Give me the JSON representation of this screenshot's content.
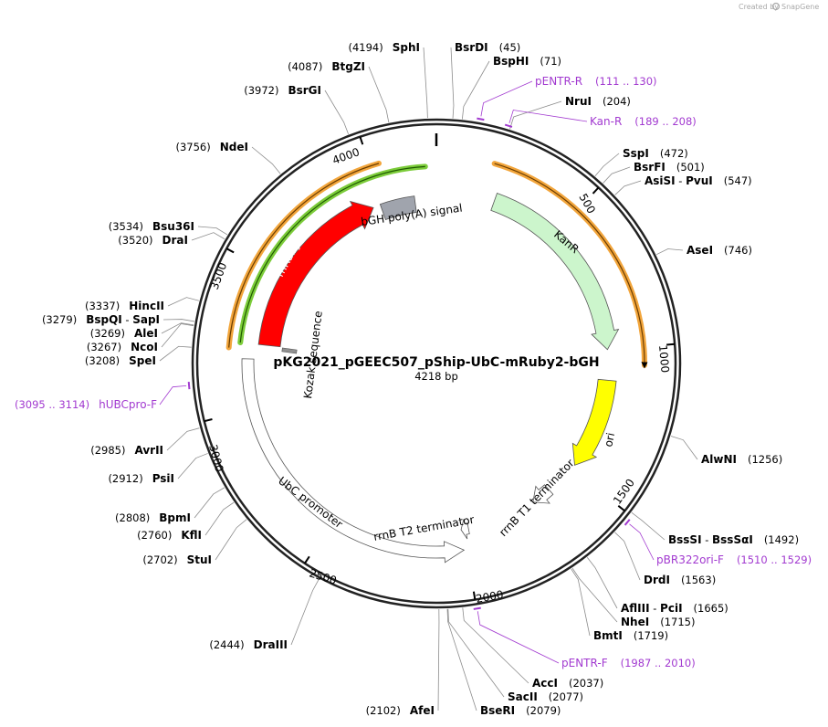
{
  "credit": "Created by",
  "brand": "SnapGene",
  "plasmid": {
    "name": "pKG2021_pGEEC507_pShip-UbC-mRuby2-bGH",
    "length_label": "4218 bp",
    "length": 4218
  },
  "ticks": [
    "500",
    "1000",
    "1500",
    "2000",
    "2500",
    "3000",
    "3500",
    "4000"
  ],
  "features": [
    {
      "id": "kanr",
      "label": "KanR",
      "color": "#ccf5cc"
    },
    {
      "id": "ori",
      "label": "ori",
      "color": "#ffff00"
    },
    {
      "id": "rrnb-t1",
      "label": "rrnB T1 terminator",
      "color": "#ffffff"
    },
    {
      "id": "rrnb-t2",
      "label": "rrnB T2 terminator",
      "color": "#ffffff"
    },
    {
      "id": "ubc",
      "label": "UbC promoter",
      "color": "#ffffff"
    },
    {
      "id": "kozak",
      "label": "Kozak sequence",
      "color": "#909090"
    },
    {
      "id": "mruby2",
      "label": "mRuby2",
      "color": "#ff0000"
    },
    {
      "id": "bgh",
      "label": "bGH poly(A) signal",
      "color": "#a0a4ad"
    }
  ],
  "orfs": [
    {
      "id": "orf-right",
      "color": "#f2a53b"
    },
    {
      "id": "orf-left-outer",
      "color": "#f2a53b"
    },
    {
      "id": "orf-left-inner",
      "color": "#7ccc3a"
    }
  ],
  "sites": [
    {
      "name": "SphI",
      "pos": "(4194)"
    },
    {
      "name": "BsrDI",
      "pos": "(45)"
    },
    {
      "name": "BspHI",
      "pos": "(71)"
    },
    {
      "name": "NruI",
      "pos": "(204)"
    },
    {
      "name": "SspI",
      "pos": "(472)"
    },
    {
      "name": "BsrFI",
      "pos": "(501)"
    },
    {
      "name": "AsiSI",
      "pos": "",
      "name2": "PvuI",
      "pos2": "(547)"
    },
    {
      "name": "AseI",
      "pos": "(746)"
    },
    {
      "name": "AlwNI",
      "pos": "(1256)"
    },
    {
      "name": "BssSI",
      "pos": "",
      "name2": "BssSαI",
      "pos2": "(1492)"
    },
    {
      "name": "DrdI",
      "pos": "(1563)"
    },
    {
      "name": "AflIII",
      "pos": "",
      "name2": "PciI",
      "pos2": "(1665)"
    },
    {
      "name": "NheI",
      "pos": "(1715)"
    },
    {
      "name": "BmtI",
      "pos": "(1719)"
    },
    {
      "name": "AccI",
      "pos": "(2037)"
    },
    {
      "name": "SacII",
      "pos": "(2077)"
    },
    {
      "name": "BseRI",
      "pos": "(2079)"
    },
    {
      "name": "AfeI",
      "pos": "(2102)"
    },
    {
      "name": "DraIII",
      "pos": "(2444)"
    },
    {
      "name": "StuI",
      "pos": "(2702)"
    },
    {
      "name": "KflI",
      "pos": "(2760)"
    },
    {
      "name": "BpmI",
      "pos": "(2808)"
    },
    {
      "name": "PsiI",
      "pos": "(2912)"
    },
    {
      "name": "AvrII",
      "pos": "(2985)"
    },
    {
      "name": "SpeI",
      "pos": "(3208)"
    },
    {
      "name": "NcoI",
      "pos": "(3267)"
    },
    {
      "name": "AleI",
      "pos": "(3269)"
    },
    {
      "name": "BspQI",
      "pos": "(3279)",
      "name2": "SapI",
      "pos2": ""
    },
    {
      "name": "HincII",
      "pos": "(3337)"
    },
    {
      "name": "DraI",
      "pos": "(3520)"
    },
    {
      "name": "Bsu36I",
      "pos": "(3534)"
    },
    {
      "name": "NdeI",
      "pos": "(3756)"
    },
    {
      "name": "BsrGI",
      "pos": "(3972)"
    },
    {
      "name": "BtgZI",
      "pos": "(4087)"
    }
  ],
  "primers": [
    {
      "name": "pENTR-R",
      "range": "(111 .. 130)"
    },
    {
      "name": "Kan-R",
      "range": "(189 .. 208)"
    },
    {
      "name": "pBR322ori-F",
      "range": "(1510 .. 1529)"
    },
    {
      "name": "pENTR-F",
      "range": "(1987 .. 2010)"
    },
    {
      "name": "hUBCpro-F",
      "range": "(3095 .. 3114)"
    }
  ]
}
